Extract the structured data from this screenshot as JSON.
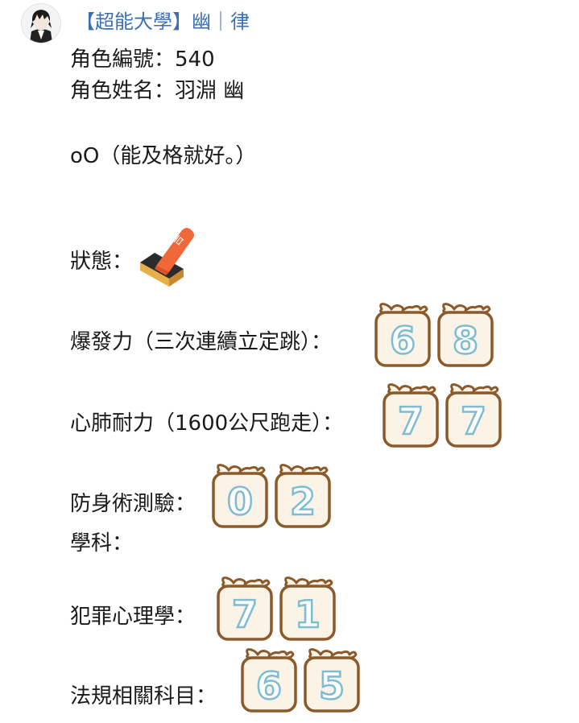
{
  "post": {
    "sender_name": "【超能大學】幽｜律",
    "role_number": "角色編號：540",
    "role_name": "角色姓名：羽淵 幽",
    "note": "oO（能及格就好。）"
  },
  "status": {
    "label": "狀態：",
    "icon": "omikuji-fortune-icon",
    "icon_text": "吉"
  },
  "scores": [
    {
      "label": "爆發力（三次連續立定跳）：",
      "digits": [
        "6",
        "8"
      ]
    },
    {
      "label": "心肺耐力（1600公尺跑走）：",
      "digits": [
        "7",
        "7"
      ]
    },
    {
      "label": "防身術測驗：",
      "digits": [
        "0",
        "2"
      ]
    }
  ],
  "academics": {
    "label": "學科：",
    "subjects": [
      {
        "label": "犯罪心理學：",
        "digits": [
          "7",
          "1"
        ]
      },
      {
        "label": "法規相關科目：",
        "digits": [
          "6",
          "5"
        ]
      }
    ]
  },
  "colors": {
    "sender": "#3a6fb5",
    "digit_frame": "#8a5a2b",
    "digit_fill": "#fbf3e6",
    "digit_outline": "#7fbcd4",
    "fortune_stick": "#f0673a"
  }
}
